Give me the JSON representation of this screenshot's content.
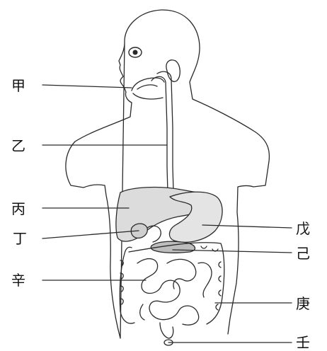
{
  "labels": {
    "jia": "甲",
    "yi": "乙",
    "bing": "丙",
    "ding": "丁",
    "xin": "辛",
    "wu": "戊",
    "ji": "己",
    "geng": "庚",
    "ren": "壬"
  },
  "colors": {
    "ink": "#2a2a2a",
    "fill_organ": "#d6d6d6",
    "background": "#ffffff"
  }
}
